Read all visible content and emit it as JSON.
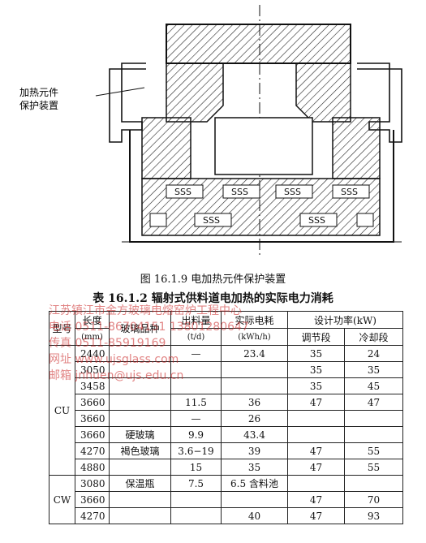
{
  "figure": {
    "label_line1": "加热元件",
    "label_line2": "保护装置",
    "element_marks": "SSS"
  },
  "fig_caption": "图 16.1.9   电加热元件保护装置",
  "table_caption": "表 16.1.2   辐射式供料道电加热的实际电力消耗",
  "watermark": {
    "line1": "江苏镇江市金方玻璃电熔窑炉工程中心",
    "line2": "电话 0511-86704151  13801280647",
    "line3": "传真 0511-85919169",
    "line4": "网址 www.ujsglass.com",
    "line5": "邮箱 jnhuen@ujs.edu.cn"
  },
  "table": {
    "h_model": "型号",
    "h_length": "长度",
    "h_length_unit": "(mm)",
    "h_glass": "玻璃品种",
    "h_output": "出料量",
    "h_output_unit": "(t/d)",
    "h_power": "实际电耗",
    "h_power_unit": "(kWh/h)",
    "h_design": "设计功率(kW)",
    "h_adjust": "调节段",
    "h_cool": "冷却段",
    "group1": "CU",
    "group2": "CW",
    "rows": [
      {
        "length": "2440",
        "glass": "",
        "output": "—",
        "power": "23.4",
        "adj": "35",
        "cool": "24"
      },
      {
        "length": "3050",
        "glass": "",
        "output": "",
        "power": "",
        "adj": "35",
        "cool": "35"
      },
      {
        "length": "3458",
        "glass": "",
        "output": "",
        "power": "",
        "adj": "35",
        "cool": "45"
      },
      {
        "length": "3660",
        "glass": "",
        "output": "11.5",
        "power": "36",
        "adj": "47",
        "cool": "47"
      },
      {
        "length": "3660",
        "glass": "",
        "output": "—",
        "power": "26",
        "adj": "",
        "cool": ""
      },
      {
        "length": "3660",
        "glass": "硬玻璃",
        "output": "9.9",
        "power": "43.4",
        "adj": "",
        "cool": ""
      },
      {
        "length": "4270",
        "glass": "褐色玻璃",
        "output": "3.6−19",
        "power": "39",
        "adj": "47",
        "cool": "55"
      },
      {
        "length": "4880",
        "glass": "",
        "output": "15",
        "power": "35",
        "adj": "47",
        "cool": "55"
      },
      {
        "length": "3080",
        "glass": "保温瓶",
        "output": "7.5",
        "power": "6.5 含料池",
        "adj": "",
        "cool": ""
      },
      {
        "length": "3660",
        "glass": "",
        "output": "",
        "power": "",
        "adj": "47",
        "cool": "70"
      },
      {
        "length": "4270",
        "glass": "",
        "output": "",
        "power": "40",
        "adj": "47",
        "cool": "93"
      }
    ]
  }
}
